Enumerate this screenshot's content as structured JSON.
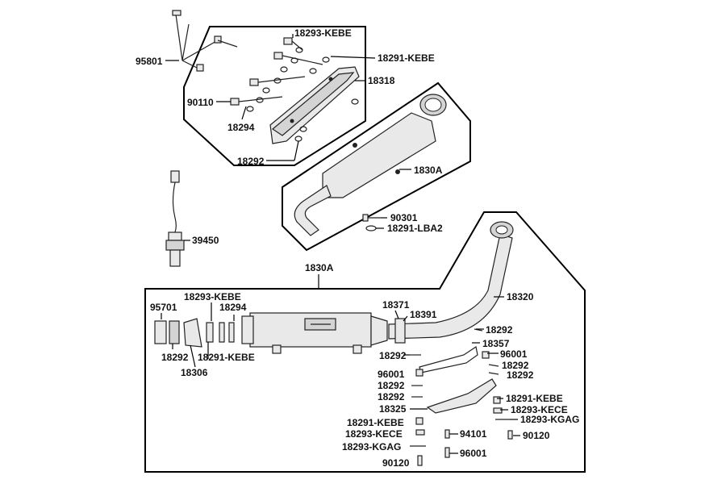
{
  "diagram": {
    "callouts": {
      "c95801": "95801",
      "c18293_top": "18293-KEBE",
      "c18291_top": "18291-KEBE",
      "c18318": "18318",
      "c90110": "90110",
      "c18294_top": "18294",
      "c18292_top": "18292",
      "c1830A_right": "1830A",
      "c90301": "90301",
      "c18291_lba2": "18291-LBA2",
      "c39450": "39450",
      "c1830A_mid": "1830A",
      "c18293_kebe_bot": "18293-KEBE",
      "c95701": "95701",
      "c18294_bot": "18294",
      "c18371": "18371",
      "c18391": "18391",
      "c18320": "18320",
      "c18292_a": "18292",
      "c18357": "18357",
      "c18292_left": "18292",
      "c18291_kebe_left": "18291-KEBE",
      "c18306": "18306",
      "c18292_b": "18292",
      "c96001_a": "96001",
      "c18292_c": "18292",
      "c18292_d": "18292",
      "c96001_b": "96001",
      "c18292_e": "18292",
      "c18292_f": "18292",
      "c18325": "18325",
      "c18291_kebe_r": "18291-KEBE",
      "c18293_kece_r": "18293-KECE",
      "c18293_kgag_r": "18293-KGAG",
      "c18291_kebe_b": "18291-KEBE",
      "c18293_kece_b": "18293-KECE",
      "c94101": "94101",
      "c90120_r": "90120",
      "c18293_kgag_b": "18293-KGAG",
      "c96001_c": "96001",
      "c90120_b": "90120"
    }
  }
}
